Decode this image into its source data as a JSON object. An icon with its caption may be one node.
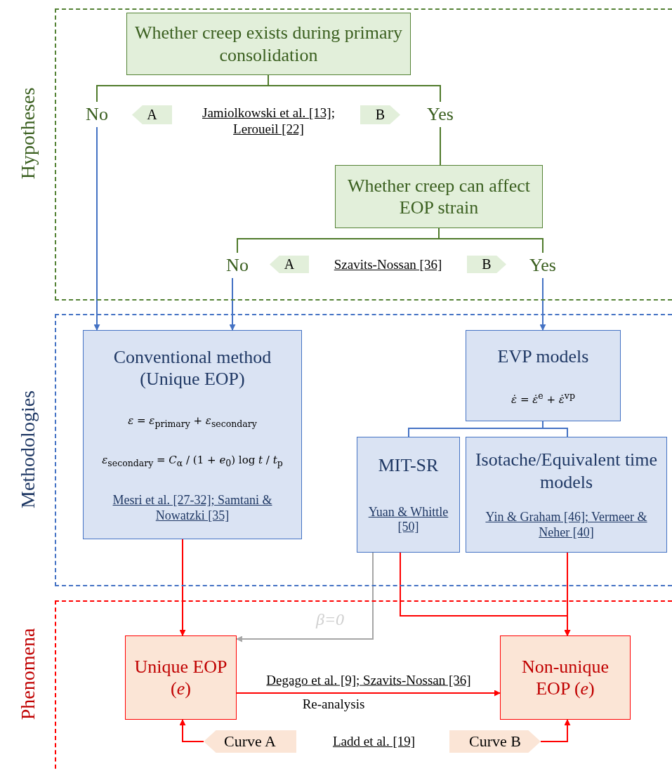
{
  "diagram": {
    "nodes": [
      {
        "text": [
          "Hypotheses"
        ]
      },
      {
        "text": [
          "Whether creep exists during primary consolidation"
        ],
        "in": 0
      },
      {
        "text": [
          "No"
        ],
        "in": 0
      },
      {
        "text": [
          "A"
        ],
        "in": 0
      },
      {
        "text": [
          "B"
        ],
        "in": 0
      },
      {
        "text": [
          "Yes"
        ],
        "in": 0
      },
      {
        "text": [
          "Whether creep can affect EOP strain"
        ],
        "in": 0
      },
      {
        "text": [
          "No"
        ],
        "in": 0
      },
      {
        "text": [
          "A"
        ],
        "in": 0
      },
      {
        "text": [
          "B"
        ],
        "in": 0
      },
      {
        "text": [
          "Yes"
        ],
        "in": 0
      },
      {
        "text": [
          "Methodologies"
        ]
      },
      {
        "text": [
          "Conventional method (Unique EOP)",
          "*ε* = *ε*$_{primary}$ + *ε*$_{secondary}$",
          "*ε*$_{secondary}$ = *C*$_{α}$ / (1 + *e*$_{0}$) log *t* / *t*$_{p}$",
          "Mesri et al. [27-32]; Samtani & Nowatzki [35]"
        ],
        "in": 11
      },
      {
        "text": [
          "EVP models",
          "*ε̇* = *ε̇*$^{e}$ + *ε̇*$^{vp}$"
        ],
        "in": 11
      },
      {
        "text": [
          "MIT-SR",
          "Yuan & Whittle [50]"
        ],
        "in": 11
      },
      {
        "text": [
          "Isotache/Equivalent time models",
          "Yin & Graham [46]; Vermeer & Neher [40]"
        ],
        "in": 11
      },
      {
        "text": [
          "Phenomena"
        ]
      },
      {
        "text": [
          "Unique EOP (*e*)"
        ],
        "in": 16
      },
      {
        "text": [
          "Non-unique EOP (*e*)"
        ],
        "in": 16
      },
      {
        "text": [
          "Curve A"
        ],
        "in": 16
      },
      {
        "text": [
          "Curve B"
        ],
        "in": 16
      }
    ],
    "edges": [
      {
        "from": 1,
        "to": 2,
        "arrow": "none",
        "color": "#4f7a2a"
      },
      {
        "from": 1,
        "to": 5,
        "arrow": "none",
        "color": "#4f7a2a"
      },
      {
        "from": 5,
        "to": 6,
        "arrow": "none",
        "color": "#4f7a2a"
      },
      {
        "from": 6,
        "to": 7,
        "arrow": "none",
        "color": "#4f7a2a"
      },
      {
        "from": 6,
        "to": 10,
        "arrow": "none",
        "color": "#4f7a2a"
      },
      {
        "from": 2,
        "to": 12,
        "arrow": "to",
        "color": "#4472c4"
      },
      {
        "from": 7,
        "to": 12,
        "arrow": "to",
        "color": "#4472c4"
      },
      {
        "from": 10,
        "to": 13,
        "arrow": "to",
        "color": "#4472c4"
      },
      {
        "from": 13,
        "to": 14,
        "arrow": "none",
        "color": "#4472c4"
      },
      {
        "from": 13,
        "to": 15,
        "arrow": "none",
        "color": "#4472c4"
      },
      {
        "from": 12,
        "to": 17,
        "arrow": "to"
      },
      {
        "from": 14,
        "to": 17,
        "arrow": "to",
        "label": "β=0",
        "color": "#a6a6a6"
      },
      {
        "from": 14,
        "to": 18,
        "arrow": "to"
      },
      {
        "from": 15,
        "to": 18,
        "arrow": "to"
      },
      {
        "from": 17,
        "to": 18,
        "arrow": "to",
        "label": "Degago et al. [9]; Szavits-Nossan [36]"
      },
      {
        "from": 19,
        "to": 17,
        "arrow": "to"
      },
      {
        "from": 20,
        "to": 18,
        "arrow": "to"
      }
    ],
    "labels": [
      "Jamiolkowski et al. [13]; Leroueil [22]",
      "Szavits-Nossan [36]",
      "Re-analysis",
      "Ladd et al. [19]"
    ]
  }
}
